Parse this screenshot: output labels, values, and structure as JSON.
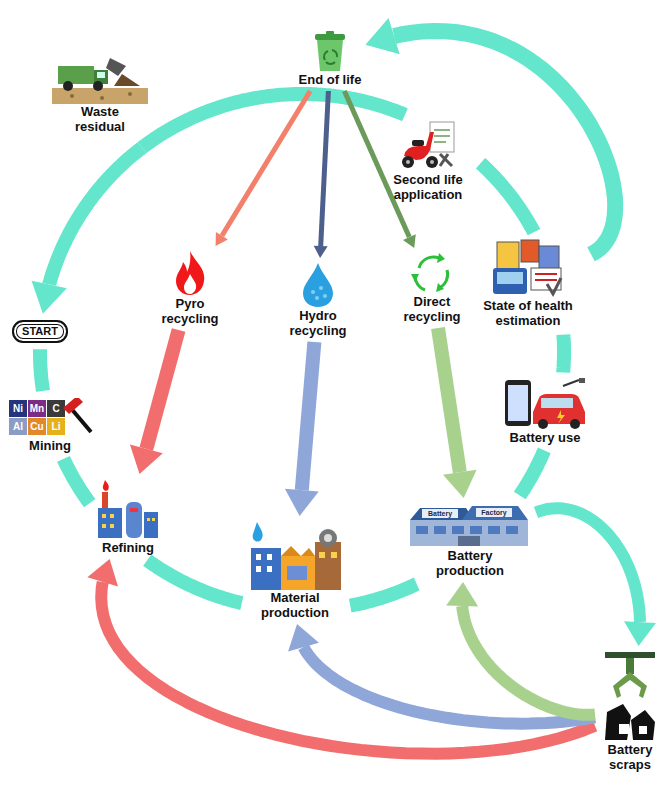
{
  "diagram": {
    "nodes": [
      {
        "text": [
          "End of life"
        ]
      },
      {
        "text": [
          "Second life application"
        ]
      },
      {
        "text": [
          "Waste residual"
        ]
      },
      {
        "text": [
          "Pyro recycling"
        ]
      },
      {
        "text": [
          "Hydro recycling"
        ]
      },
      {
        "text": [
          "Direct recycling"
        ]
      },
      {
        "text": [
          "State of health estimation"
        ]
      },
      {
        "text": [
          "START"
        ]
      },
      {
        "text": [
          "Mining"
        ]
      },
      {
        "text": [
          "Battery use"
        ]
      },
      {
        "text": [
          "Refining"
        ]
      },
      {
        "text": [
          "Material production"
        ]
      },
      {
        "text": [
          "Battery production"
        ]
      },
      {
        "text": [
          "Battery scraps"
        ]
      }
    ],
    "edges": [
      {
        "from": 2,
        "to": 7,
        "arrow": "to"
      },
      {
        "from": 7,
        "to": 8,
        "arrow": "none"
      },
      {
        "from": 8,
        "to": 10,
        "arrow": "none"
      },
      {
        "from": 10,
        "to": 11,
        "arrow": "none"
      },
      {
        "from": 11,
        "to": 12,
        "arrow": "none"
      },
      {
        "from": 12,
        "to": 9,
        "arrow": "none"
      },
      {
        "from": 9,
        "to": 6,
        "arrow": "none"
      },
      {
        "from": 6,
        "to": 1,
        "arrow": "none"
      },
      {
        "from": 1,
        "to": 0,
        "arrow": "none"
      },
      {
        "from": 0,
        "to": 2,
        "arrow": "none"
      },
      {
        "from": 6,
        "to": 0,
        "arrow": "to"
      },
      {
        "from": 0,
        "to": 3,
        "arrow": "to"
      },
      {
        "from": 0,
        "to": 4,
        "arrow": "to"
      },
      {
        "from": 0,
        "to": 5,
        "arrow": "to"
      },
      {
        "from": 3,
        "to": 10,
        "arrow": "to"
      },
      {
        "from": 4,
        "to": 11,
        "arrow": "to"
      },
      {
        "from": 5,
        "to": 12,
        "arrow": "to"
      },
      {
        "from": 12,
        "to": 13,
        "arrow": "to"
      },
      {
        "from": 13,
        "to": 10,
        "arrow": "to"
      },
      {
        "from": 13,
        "to": 11,
        "arrow": "to"
      },
      {
        "from": 13,
        "to": 12,
        "arrow": "to"
      }
    ],
    "labels": [
      "Ni",
      "Mn",
      "C",
      "Al",
      "Cu",
      "Li",
      "Battery",
      "Factory"
    ]
  }
}
